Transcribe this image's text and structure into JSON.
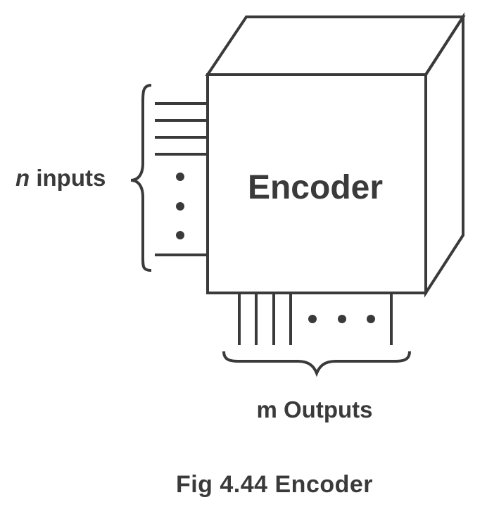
{
  "diagram": {
    "block_label": "Encoder",
    "inputs_label": {
      "variable": "n",
      "text": " inputs"
    },
    "outputs_label": "m Outputs",
    "caption": "Fig 4.44 Encoder"
  },
  "colors": {
    "ink": "#3a3a3a",
    "background": "#ffffff"
  }
}
